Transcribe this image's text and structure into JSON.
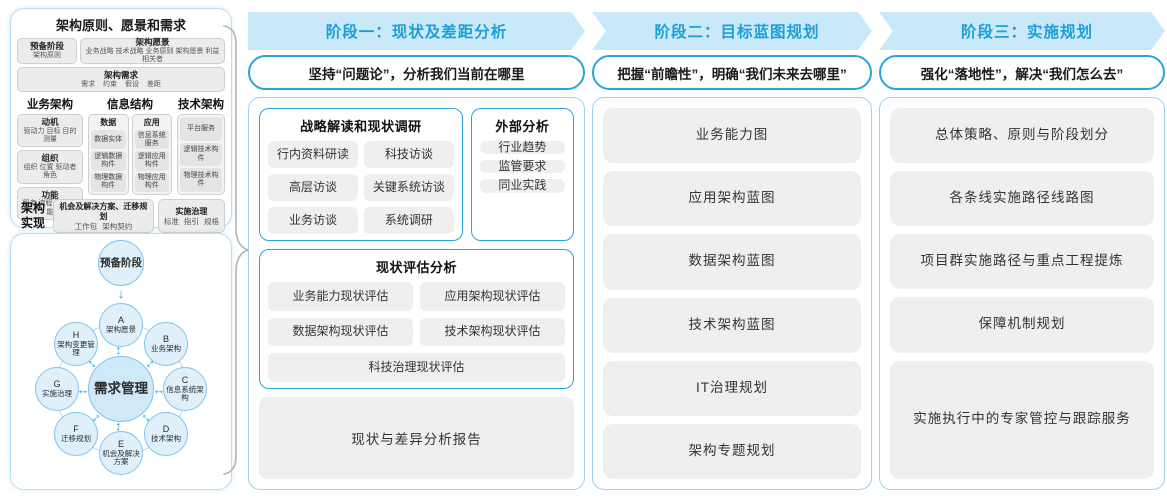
{
  "colors": {
    "accent_blue": "#29a3dc",
    "band_bg": "#c9e9f8",
    "band_text": "#1e9ed8",
    "container_border": "#9fd3ef",
    "chip_bg": "#efefef",
    "circle_fill": "#e0f0fb",
    "circle_border": "#7fc3ea",
    "center_circle_fill": "#cfe9f9",
    "gray_box_bg": "#ececec",
    "brace_gray": "#b3b3b3"
  },
  "icons": {
    "double_arrow": "↔",
    "down_arrow": "↓"
  },
  "left_panel": {
    "title": "架构原则、愿景和需求",
    "prep": {
      "title": "预备阶段",
      "sub": "架构原则"
    },
    "vision": {
      "title": "架构愿景",
      "sub": "业务战略 技术战略 业务原则 架构愿景 利益相关者"
    },
    "requirement": {
      "title": "架构需求",
      "sub": "需求 约束 假设 差距"
    },
    "business": {
      "title": "业务架构",
      "boxes": [
        {
          "title": "动机",
          "sub": "驱动力 目标 目的 测量"
        },
        {
          "title": "组织",
          "sub": "组织 位置 驱动者 角色"
        },
        {
          "title": "功能",
          "sub": "服务 流程 控制 功能"
        }
      ]
    },
    "information": {
      "title": "信息结构",
      "data_group": {
        "title": "数据",
        "items": [
          "数据实体",
          "逻辑数据构件",
          "物理数据构件"
        ]
      },
      "app_group": {
        "title": "应用",
        "items": [
          "信息系统服务",
          "逻辑应用构件",
          "物理应用构件"
        ]
      }
    },
    "technology": {
      "title": "技术架构",
      "items": [
        "平台服务",
        "逻辑技术构件",
        "物理技术构件"
      ]
    },
    "realization": {
      "label": "架构实现",
      "opportunity": {
        "title": "机会及解决方案、迁移规划",
        "sub": "工作包 架构契约"
      },
      "governance": {
        "title": "实施治理",
        "sub": "标准 指引 规格"
      }
    }
  },
  "adm": {
    "prep_label": "预备阶段",
    "center_label": "需求管理",
    "nodes": [
      {
        "letter": "A",
        "label": "架构愿景"
      },
      {
        "letter": "B",
        "label": "业务架构"
      },
      {
        "letter": "C",
        "label": "信息系统架构"
      },
      {
        "letter": "D",
        "label": "技术架构"
      },
      {
        "letter": "E",
        "label": "机会及解决方案"
      },
      {
        "letter": "F",
        "label": "迁移规划"
      },
      {
        "letter": "G",
        "label": "实施治理"
      },
      {
        "letter": "H",
        "label": "架构变更管理"
      }
    ]
  },
  "phase1": {
    "header": "阶段一：现状及差距分析",
    "subtitle": "坚持“问题论”，分析我们当前在哪里",
    "strategy": {
      "title": "战略解读和现状调研",
      "items": [
        "行内资料研读",
        "科技访谈",
        "高层访谈",
        "关键系统访谈",
        "业务访谈",
        "系统调研"
      ]
    },
    "external": {
      "title": "外部分析",
      "items": [
        "行业趋势",
        "监管要求",
        "同业实践"
      ]
    },
    "evaluation": {
      "title": "现状评估分析",
      "items": [
        "业务能力现状评估",
        "应用架构现状评估",
        "数据架构现状评估",
        "技术架构现状评估",
        "科技治理现状评估"
      ]
    },
    "report": "现状与差异分析报告"
  },
  "phase2": {
    "header": "阶段二：目标蓝图规划",
    "subtitle": "把握“前瞻性”，明确“我们未来去哪里”",
    "items": [
      "业务能力图",
      "应用架构蓝图",
      "数据架构蓝图",
      "技术架构蓝图",
      "IT治理规划",
      "架构专题规划"
    ]
  },
  "phase3": {
    "header": "阶段三：实施规划",
    "subtitle": "强化“落地性”，解决“我们怎么去”",
    "items": [
      "总体策略、原则与阶段划分",
      "各条线实施路径线路图",
      "项目群实施路径与重点工程提炼",
      "保障机制规划",
      "实施执行中的专家管控与跟踪服务"
    ]
  }
}
